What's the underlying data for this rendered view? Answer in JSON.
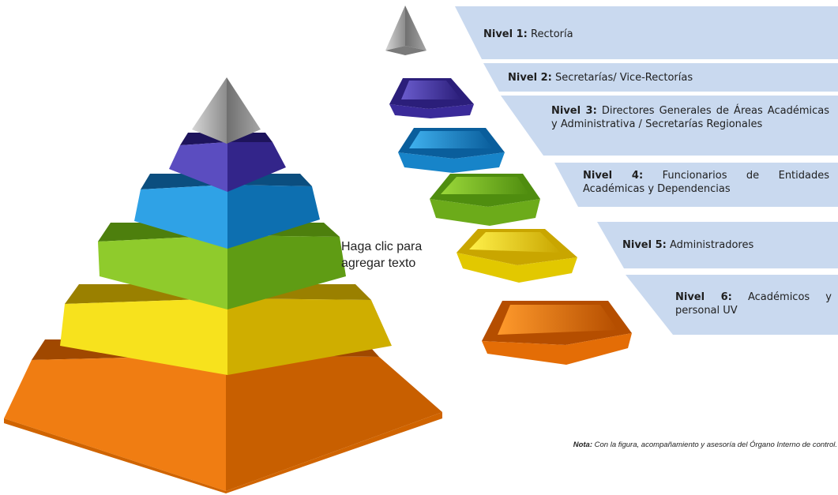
{
  "placeholder_text": "Haga clic para\nagregar texto",
  "levels": [
    {
      "prefix": "Nivel 1:",
      "text": "Rectoría",
      "color": "#9a9a9a"
    },
    {
      "prefix": "Nivel 2:",
      "text": "Secretarías/ Vice-Rectorías",
      "color": "#4b3aa0"
    },
    {
      "prefix": "Nivel 3:",
      "text": "Directores Generales de Áreas Académicas y Administrativa / Secretarías Regionales",
      "color": "#1d8fd4"
    },
    {
      "prefix": "Nivel 4:",
      "text": "Funcionarios de Entidades Académicas y Dependencias",
      "color": "#7bbf1e"
    },
    {
      "prefix": "Nivel 5:",
      "text": "Administradores",
      "color": "#e0c400"
    },
    {
      "prefix": "Nivel 6:",
      "text": "Académicos y personal UV",
      "color": "#e86e06"
    }
  ],
  "note": {
    "prefix": "Nota:",
    "text": "Con la figura, acompañamiento y asesoría del Órgano Interno de control."
  },
  "colors": {
    "banner": "#c9d9ef",
    "background": "#ffffff"
  }
}
